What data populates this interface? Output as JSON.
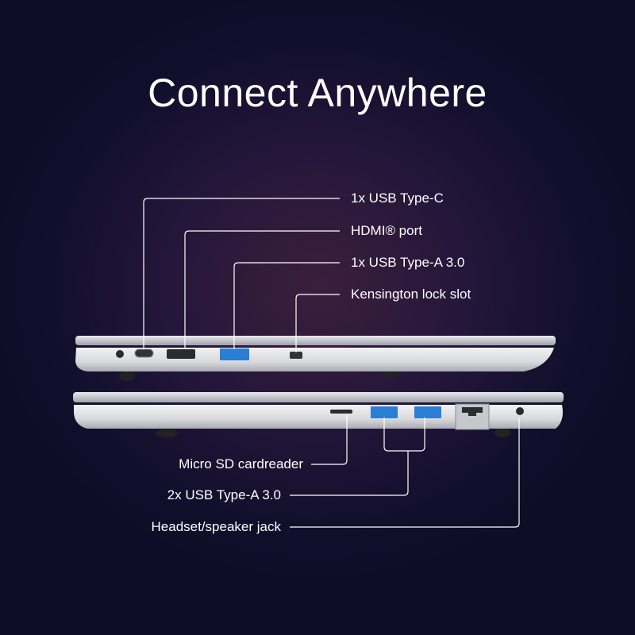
{
  "title": "Connect Anywhere",
  "left_side_ports": [
    {
      "label": "1x USB Type-C"
    },
    {
      "label": "HDMI® port"
    },
    {
      "label": "1x USB Type-A 3.0"
    },
    {
      "label": "Kensington lock slot"
    }
  ],
  "right_side_ports": [
    {
      "label": "Micro SD cardreader"
    },
    {
      "label": "2x USB Type-A 3.0"
    },
    {
      "label": "Headset/speaker jack"
    }
  ],
  "colors": {
    "usb_a_blue": "#2a7fd4",
    "chassis": "#dcdde0",
    "line": "#ffffff"
  }
}
